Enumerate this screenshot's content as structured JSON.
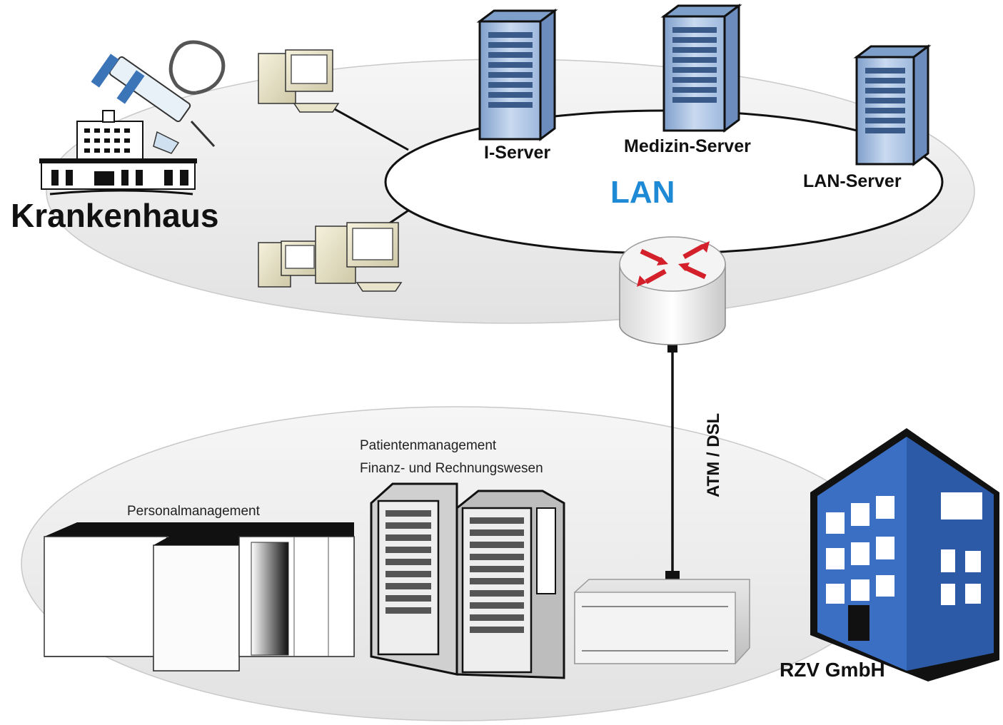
{
  "labels": {
    "hospital": "Krankenhaus",
    "i_server": "I-Server",
    "medizin_server": "Medizin-Server",
    "lan_server": "LAN-Server",
    "lan": "LAN",
    "link": "ATM / DSL",
    "personal": "Personalmanagement",
    "patienten": "Patientenmanagement",
    "finanz": "Finanz- und Rechnungswesen",
    "rzv": "RZV GmbH"
  },
  "colors": {
    "lan_text": "#1e8ad6",
    "router_arrows": "#d4202a",
    "building_blue": "#3a6fc4",
    "server_blue": "#a9c4e4",
    "zone_fill": "#ebebeb"
  },
  "icons": {
    "hospital": "hospital-building-icon",
    "syringe": "syringe-icon",
    "stethoscope": "stethoscope-icon",
    "router": "router-icon",
    "workstation": "desktop-computer-icon",
    "rack_server": "rack-server-icon",
    "mainframe": "mainframe-icon",
    "office": "office-building-icon"
  }
}
